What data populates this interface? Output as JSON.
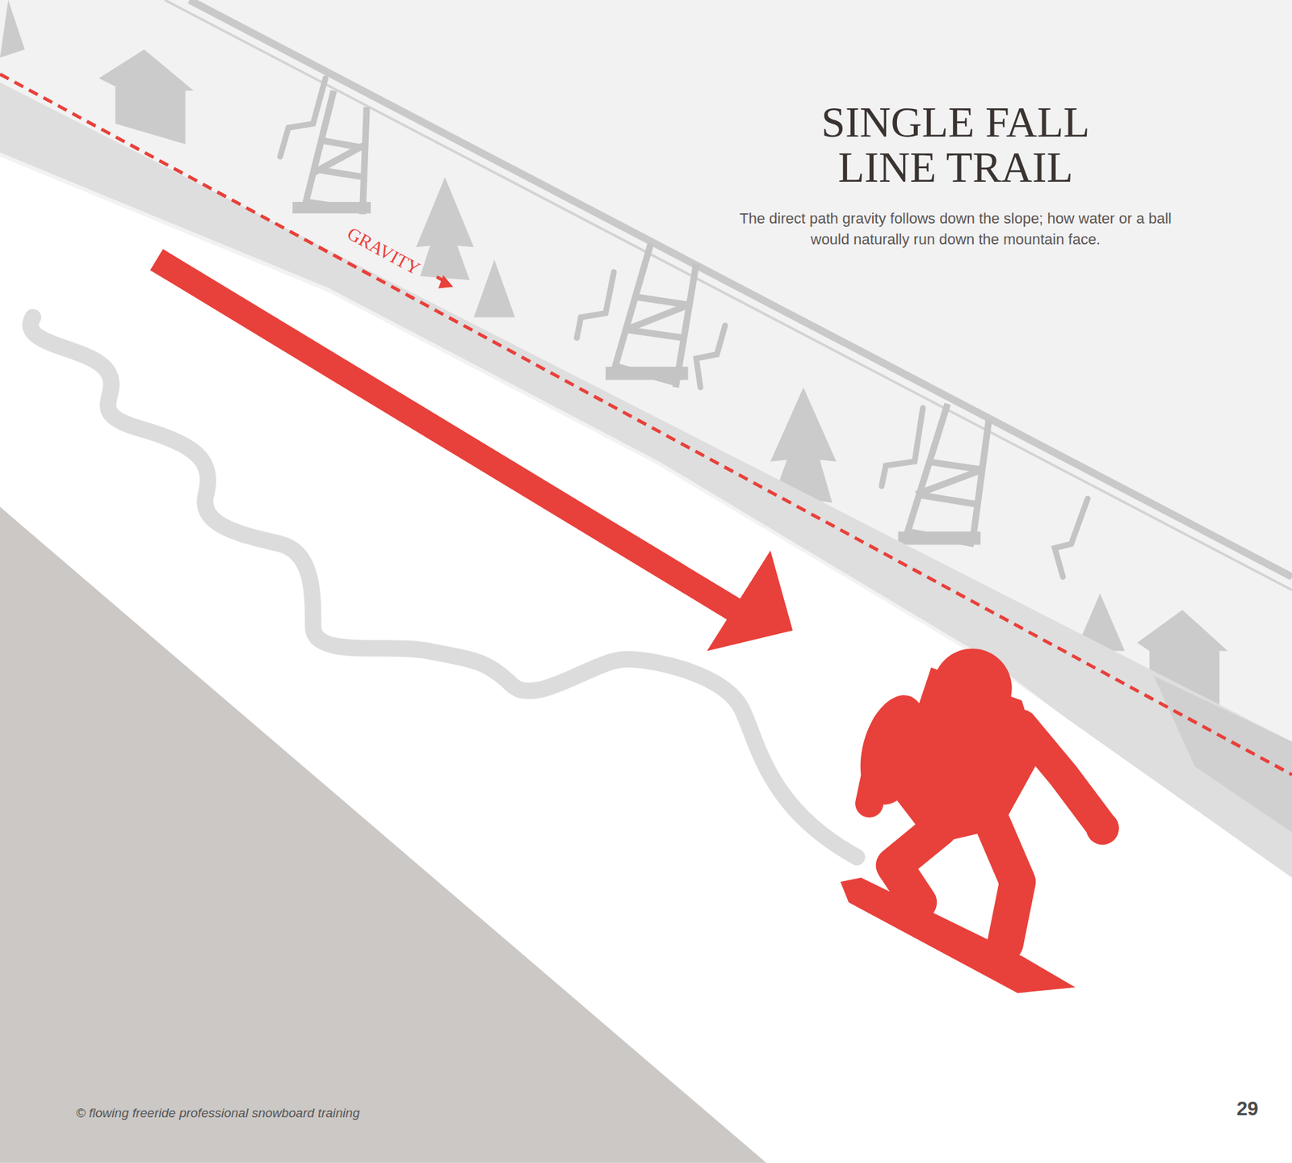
{
  "diagram": {
    "title": "SINGLE FALL LINE TRAIL",
    "caption": "The direct path gravity follows down the slope; how water or a ball would naturally run down the mountain face.",
    "labels": [
      "GRAVITY",
      "© flowing freeride professional snowboard training",
      "29"
    ]
  }
}
